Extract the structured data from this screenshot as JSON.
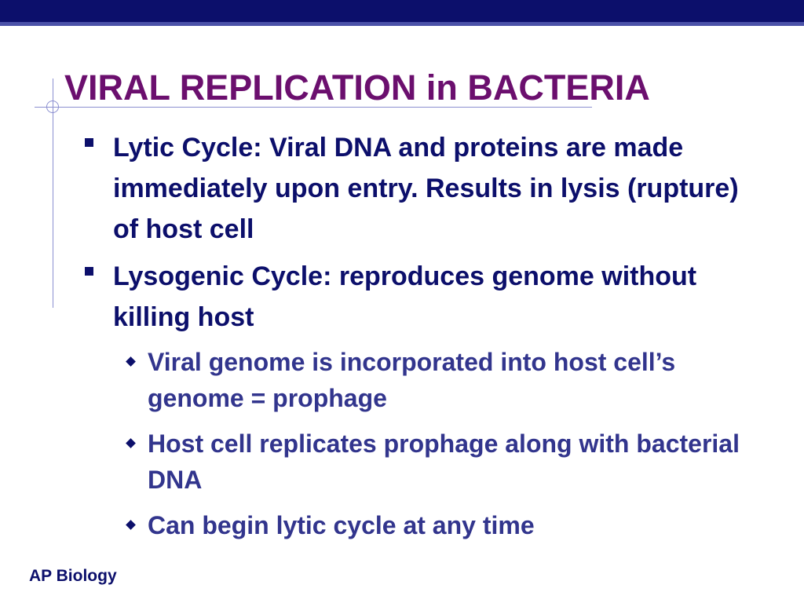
{
  "slide": {
    "title": "VIRAL REPLICATION in BACTERIA",
    "bullets": [
      {
        "text": "Lytic Cycle:  Viral DNA and proteins are made immediately upon entry.  Results in lysis (rupture) of host cell"
      },
      {
        "text": "Lysogenic Cycle:  reproduces genome without killing host",
        "sub_bullets": [
          "Viral genome is incorporated into host cell’s genome = prophage",
          "Host cell replicates prophage along with bacterial DNA",
          "Can begin lytic cycle at any time"
        ]
      }
    ],
    "footer": "AP Biology"
  },
  "colors": {
    "title": "#6b0f6e",
    "bullet_text": "#0c0f6b",
    "sub_bullet_text": "#32358d",
    "top_bar": "#0c0f6b"
  },
  "icons": {
    "bullet_level1": "square-bullet-icon",
    "bullet_level2": "diamond-bullet-icon"
  }
}
